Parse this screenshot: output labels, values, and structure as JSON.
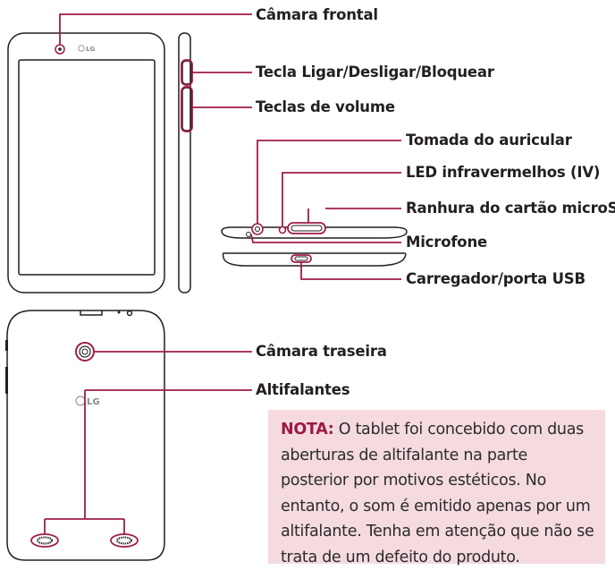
{
  "colors": {
    "accent": "#a01b4b",
    "outline": "#231f20",
    "note_background": "#f5dbe0",
    "note_label": "#9b1b45"
  },
  "front_logo": "LG",
  "back_logo": "LG",
  "labels": {
    "front_camera": "Câmara frontal",
    "power_key": "Tecla Ligar/Desligar/Bloquear",
    "volume_keys": "Teclas de volume",
    "headset_jack": "Tomada do auricular",
    "ir_led": "LED infravermelhos (IV)",
    "microsd_slot": "Ranhura do cartão microSD",
    "microphone": "Microfone",
    "usb_port": "Carregador/porta USB",
    "rear_camera": "Câmara traseira",
    "speakers": "Altifalantes"
  },
  "note": {
    "label": "NOTA:",
    "text": " O tablet foi concebido com duas aberturas de altifalante na parte posterior por motivos estéticos. No entanto, o som é emitido apenas por um altifalante. Tenha em atenção que não se trata de um defeito do produto."
  }
}
